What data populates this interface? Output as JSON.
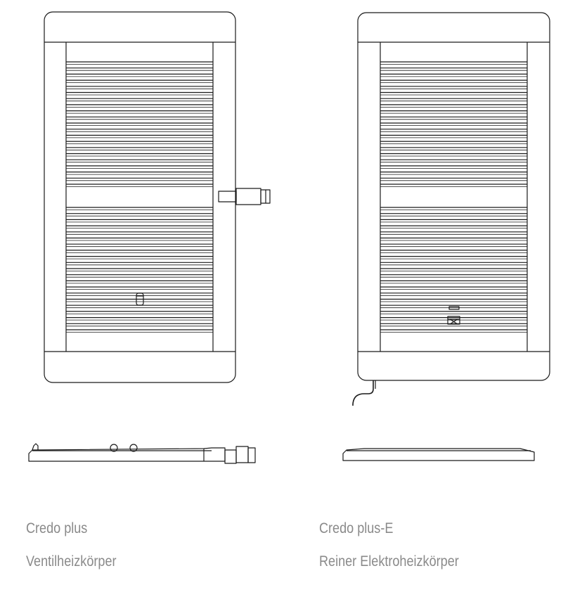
{
  "products": [
    {
      "name": "Credo plus",
      "type": "Ventilheizkörper"
    },
    {
      "name": "Credo plus-E",
      "type": "Reiner Elektroheizkörper"
    }
  ],
  "colors": {
    "line": "#1a1a1a",
    "caption": "#8a8a8a",
    "background": "#ffffff"
  }
}
